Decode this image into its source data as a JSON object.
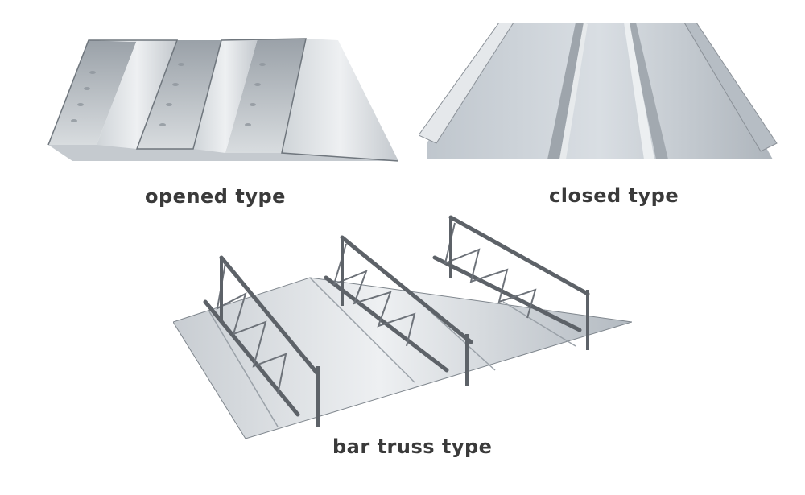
{
  "captions": {
    "opened": "opened type",
    "closed": "closed type",
    "truss": "bar truss type"
  },
  "colors": {
    "background": "#ffffff",
    "caption_text": "#3a3a3a",
    "steel_light": "#e2e6ea",
    "steel_mid": "#b9bfc5",
    "steel_dark": "#7f868d",
    "rebar": "#5d6268"
  },
  "images": [
    {
      "name": "opened-type-decking",
      "depicts": "galvanized steel floor deck with open trapezoidal ribs and embossed slots"
    },
    {
      "name": "closed-type-decking",
      "depicts": "galvanized steel floor deck with closed dovetail ribs"
    },
    {
      "name": "bar-truss-decking",
      "depicts": "steel bar truss girders welded onto a galvanized deck sheet"
    }
  ]
}
